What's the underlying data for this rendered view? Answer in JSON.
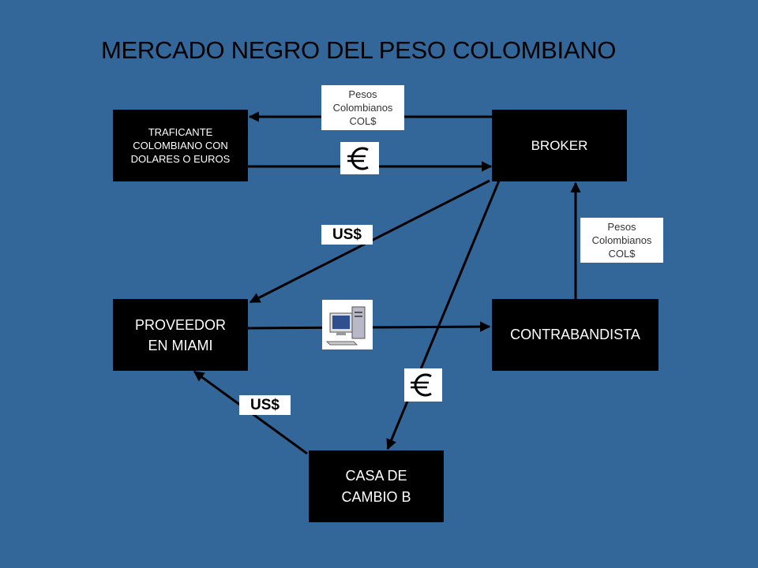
{
  "title": "MERCADO NEGRO DEL PESO COLOMBIANO",
  "nodes": {
    "traficante": "TRAFICANTE COLOMBIANO CON DOLARES O EUROS",
    "broker": "BROKER",
    "proveedor": "PROVEEDOR EN MIAMI",
    "contrabandista": "CONTRABANDISTA",
    "casa": "CASA DE CAMBIO B"
  },
  "labels": {
    "pesos_top": "Pesos Colombianos COL$",
    "pesos_right": "Pesos Colombianos COL$",
    "usd_mid": "US$",
    "usd_bottom": "US$"
  },
  "icons": {
    "euro_top": "euro-icon",
    "computer": "computer-icon",
    "euro_bottom": "euro-icon"
  },
  "colors": {
    "background": "#336699",
    "node_fill": "#000000",
    "node_text": "#ffffff",
    "arrow": "#000000"
  }
}
